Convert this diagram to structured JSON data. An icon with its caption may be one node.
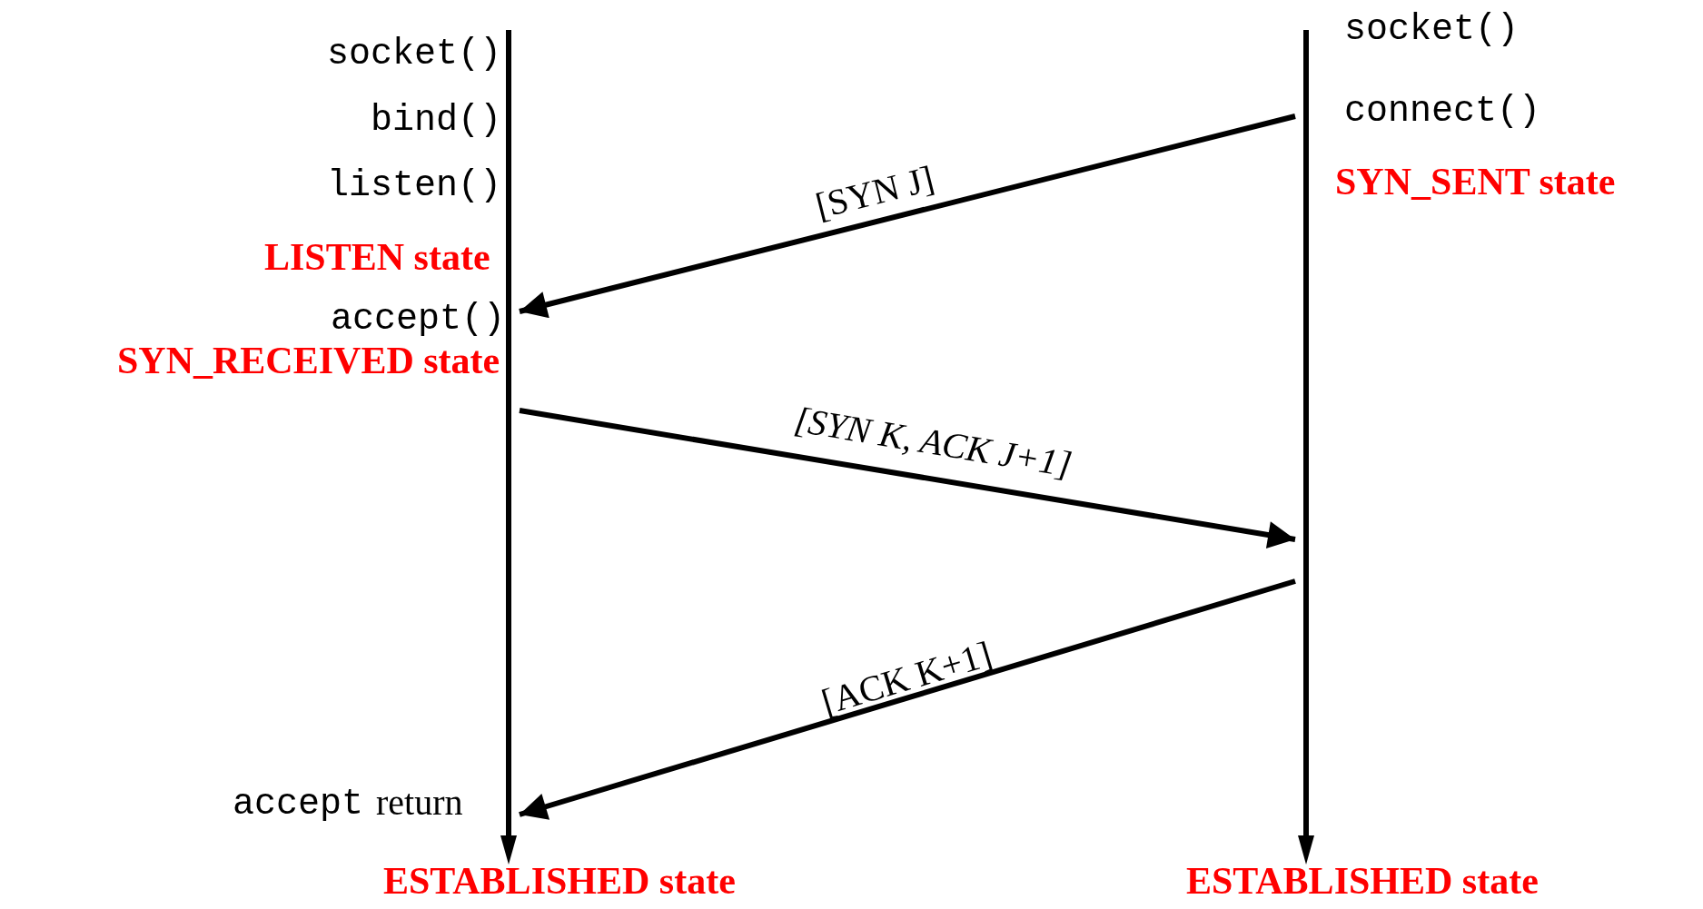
{
  "diagram": {
    "nodes": [
      {
        "text": [],
        "shape": "line"
      },
      {
        "text": [],
        "shape": "line"
      }
    ],
    "edges": [
      {
        "from": 1,
        "to": 0,
        "arrow": "to",
        "label": "[SYN J]"
      },
      {
        "from": 0,
        "to": 1,
        "arrow": "to",
        "label": "[SYN K, ACK J+1]"
      },
      {
        "from": 1,
        "to": 0,
        "arrow": "to",
        "label": "[ACK K+1]"
      }
    ],
    "labels": [
      "socket()",
      "socket()",
      "bind()",
      "connect()",
      "listen()",
      "SYN_SENT state",
      "LISTEN state",
      "accept()",
      "SYN_RECEIVED state",
      "accept",
      "return",
      "ESTABLISHED state",
      "ESTABLISHED state"
    ]
  }
}
